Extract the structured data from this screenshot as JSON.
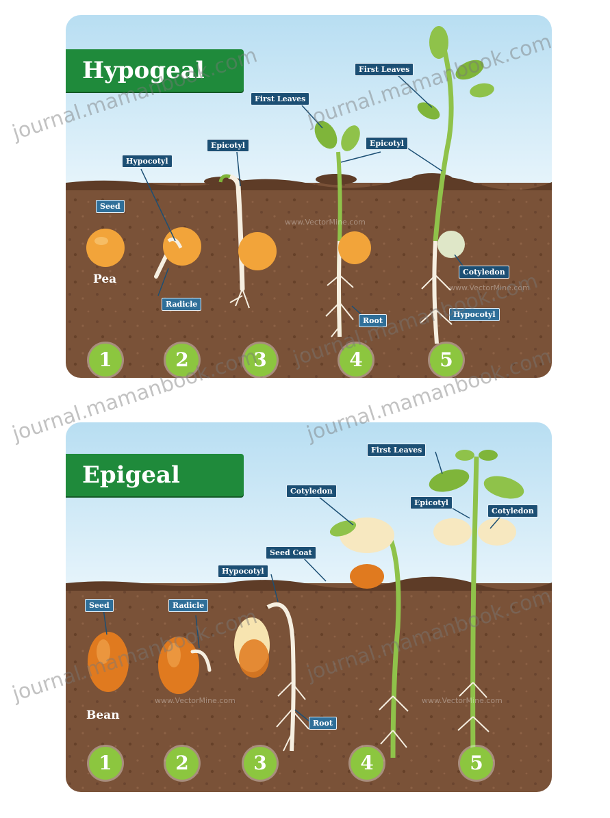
{
  "hypogeal": {
    "title": "Hypogeal",
    "seed_name": "Pea",
    "labels": {
      "seed": "Seed",
      "hypocotyl_2": "Hypocotyl",
      "radicle": "Radicle",
      "epicotyl_3": "Epicotyl",
      "first_leaves_4": "First Leaves",
      "epicotyl_4": "Epicotyl",
      "root_4": "Root",
      "first_leaves_5": "First Leaves",
      "cotyledon_5": "Cotyledon",
      "hypocotyl_5": "Hypocotyl"
    },
    "steps": [
      "1",
      "2",
      "3",
      "4",
      "5"
    ]
  },
  "epigeal": {
    "title": "Epigeal",
    "seed_name": "Bean",
    "labels": {
      "seed": "Seed",
      "radicle": "Radicle",
      "hypocotyl_3": "Hypocotyl",
      "root_3": "Root",
      "seed_coat": "Seed Coat",
      "cotyledon_4": "Cotyledon",
      "first_leaves_5": "First Leaves",
      "epicotyl_5": "Epicotyl",
      "cotyledon_5": "Cotyledon"
    },
    "steps": [
      "1",
      "2",
      "3",
      "4",
      "5"
    ]
  },
  "watermarks": {
    "journal": "journal.mamanbook.com",
    "vector": "www.VectorMine.com"
  },
  "colors": {
    "sky": "#cfe9f6",
    "soil": "#7a5238",
    "banner": "#1f8a3b",
    "label_bg": "#1c4f74",
    "step_circle": "#8cc63f",
    "stem": "#8fc24a",
    "seed_pea": "#f2a43a",
    "seed_bean": "#e07a1f"
  }
}
